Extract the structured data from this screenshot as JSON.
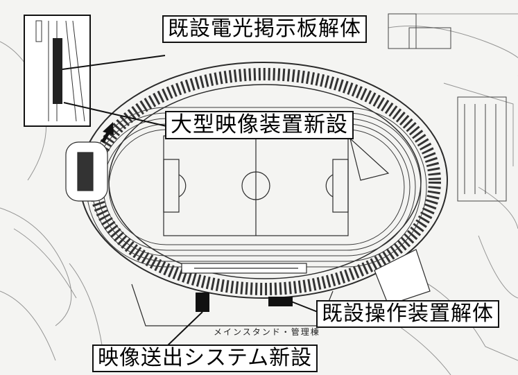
{
  "labels": {
    "remove_display_board": "既設電光掲示板解体",
    "new_large_screen": "大型映像装置新設",
    "remove_control_equipment": "既設操作装置解体",
    "new_video_system": "映像送出システム新設",
    "main_stand": "メインスタンド・管理棟"
  },
  "colors": {
    "background": "#f4f4f2",
    "line": "#2b2b2b",
    "equipment": "#111111",
    "callout_fill": "#ffffff"
  }
}
